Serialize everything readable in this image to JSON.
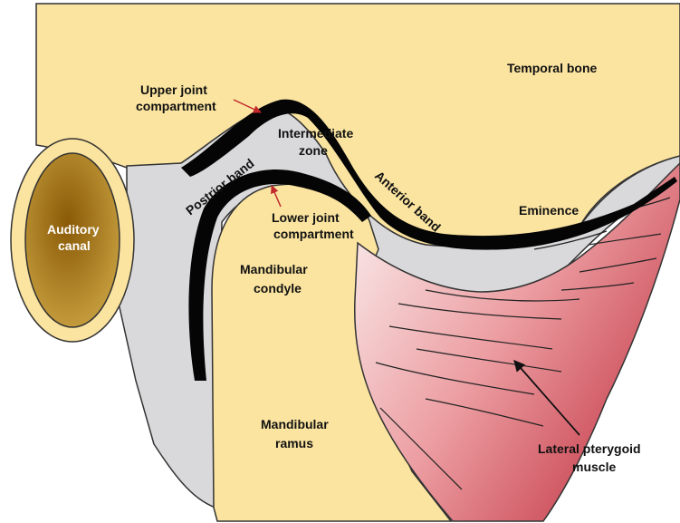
{
  "labels": {
    "temporal_bone": "Temporal bone",
    "upper_joint_line1": "Upper joint",
    "upper_joint_line2": "compartment",
    "intermediate_line1": "Intermediate",
    "intermediate_line2": "zone",
    "posterior_band": "Postrior band",
    "anterior_band": "Anterior band",
    "eminence": "Eminence",
    "lower_joint_line1": "Lower joint",
    "lower_joint_line2": "compartment",
    "auditory_line1": "Auditory",
    "auditory_line2": "canal",
    "condyle_line1": "Mandibular",
    "condyle_line2": "condyle",
    "ramus_line1": "Mandibular",
    "ramus_line2": "ramus",
    "pterygoid_line1": "Lateral pterygoid",
    "pterygoid_line2": "muscle"
  },
  "colors": {
    "bone": "#fbe4a0",
    "outline": "#333333",
    "disc": "#d9d9db",
    "band": "#050505",
    "canal_inner": "#9a6a08",
    "muscle_light": "#f7e0e0",
    "muscle_dark": "#c63b4b",
    "arrow_red": "#c0282c"
  }
}
